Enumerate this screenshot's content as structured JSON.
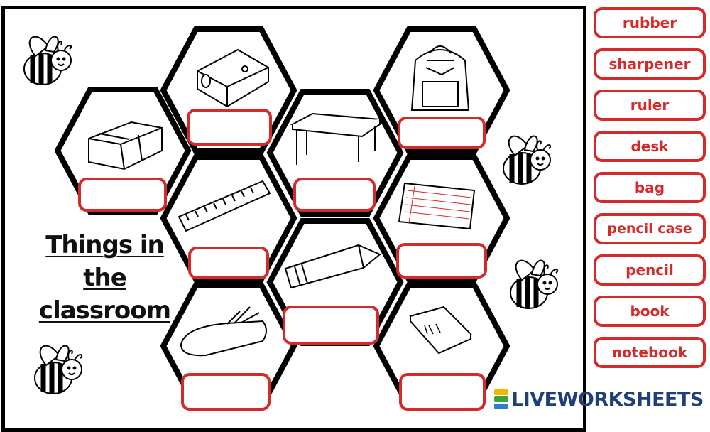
{
  "worksheet": {
    "title_lines": [
      "Things in",
      "the",
      "classroom"
    ],
    "pictures": [
      "rubber-icon",
      "sharpener-icon",
      "desk-icon",
      "bag-icon",
      "ruler-icon",
      "notebook-icon",
      "pencil-icon",
      "pencil-case-icon",
      "book-icon"
    ],
    "answer_boxes": [
      "",
      "",
      "",
      "",
      "",
      "",
      "",
      "",
      ""
    ]
  },
  "word_bank": [
    "rubber",
    "sharpener",
    "ruler",
    "desk",
    "bag",
    "pencil case",
    "pencil",
    "book",
    "notebook"
  ],
  "branding": {
    "logo_text": "LIVEWORKSHEETS"
  },
  "colors": {
    "accent": "#d42a2a",
    "logo": "#1e3f7a",
    "border": "#000000"
  }
}
